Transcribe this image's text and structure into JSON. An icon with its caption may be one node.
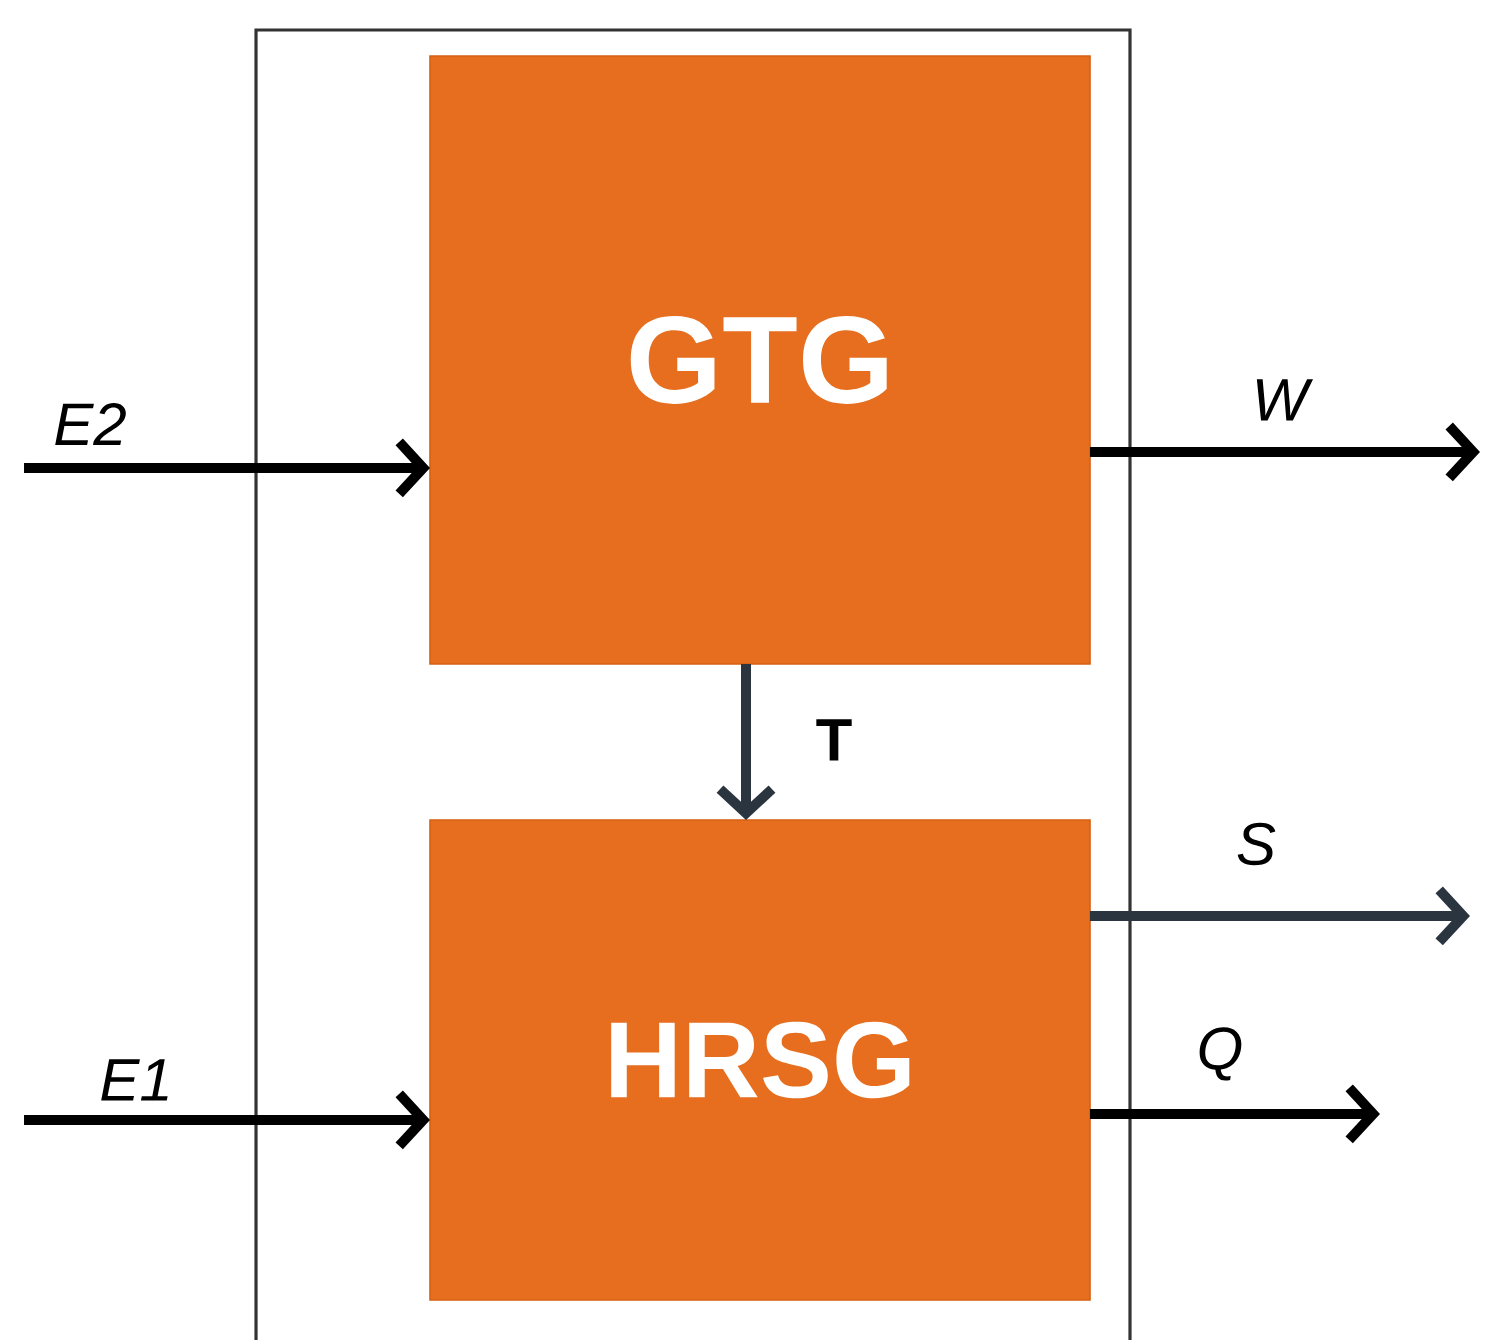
{
  "diagram": {
    "nodes": [
      {
        "text": [],
        "shape": "box"
      },
      {
        "text": [
          "GTG"
        ],
        "in": 0
      },
      {
        "text": [
          "HRSG"
        ],
        "in": 0
      }
    ],
    "edges": [
      {
        "from": null,
        "to": 1,
        "arrow": "to",
        "label": "E2"
      },
      {
        "from": 1,
        "to": null,
        "arrow": "to",
        "label": "W"
      },
      {
        "from": 1,
        "to": 2,
        "arrow": "to",
        "label": "T",
        "color": "#2b3540"
      },
      {
        "from": 2,
        "to": null,
        "arrow": "to",
        "label": "S",
        "color": "#2b3540"
      },
      {
        "from": null,
        "to": 2,
        "arrow": "to",
        "label": "E1"
      },
      {
        "from": 2,
        "to": null,
        "arrow": "to",
        "label": "Q"
      }
    ]
  }
}
